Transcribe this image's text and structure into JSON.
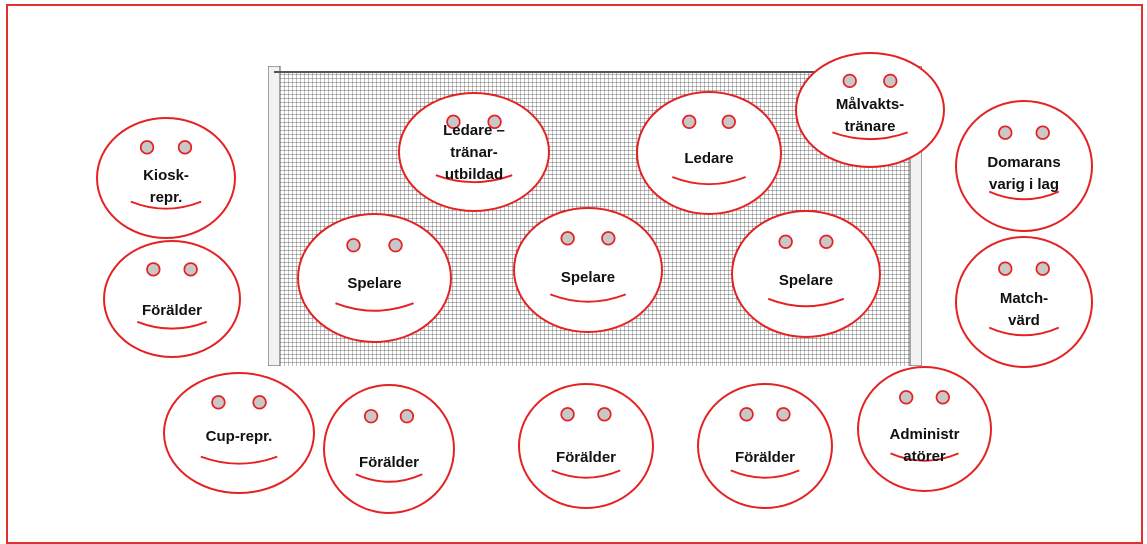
{
  "colors": {
    "frame": "#e03030",
    "face_stroke": "#e52222",
    "eye_fill": "#c8c8c8",
    "net": "#444444",
    "post_fill": "#f2f2f2"
  },
  "goal": {
    "icon": "soccer-goal-net-icon"
  },
  "faces": [
    {
      "id": "kiosk",
      "label": "Kiosk-\nrepr."
    },
    {
      "id": "forelder-left",
      "label": "Förälder"
    },
    {
      "id": "cup",
      "label": "Cup-repr."
    },
    {
      "id": "forelder-b1",
      "label": "Förälder"
    },
    {
      "id": "forelder-b2",
      "label": "Förälder"
    },
    {
      "id": "forelder-b3",
      "label": "Förälder"
    },
    {
      "id": "admin",
      "label": "Administr\natörer"
    },
    {
      "id": "matchvard",
      "label": "Match-\nvärd"
    },
    {
      "id": "domare",
      "label": "Domarans\nvarig i lag"
    },
    {
      "id": "malvakt",
      "label": "Målvakts-\ntränare"
    },
    {
      "id": "ledare",
      "label": "Ledare"
    },
    {
      "id": "ledare-utb",
      "label": "Ledare –\ntränar-\nutbildad"
    },
    {
      "id": "spelare-1",
      "label": "Spelare"
    },
    {
      "id": "spelare-2",
      "label": "Spelare"
    },
    {
      "id": "spelare-3",
      "label": "Spelare"
    }
  ]
}
